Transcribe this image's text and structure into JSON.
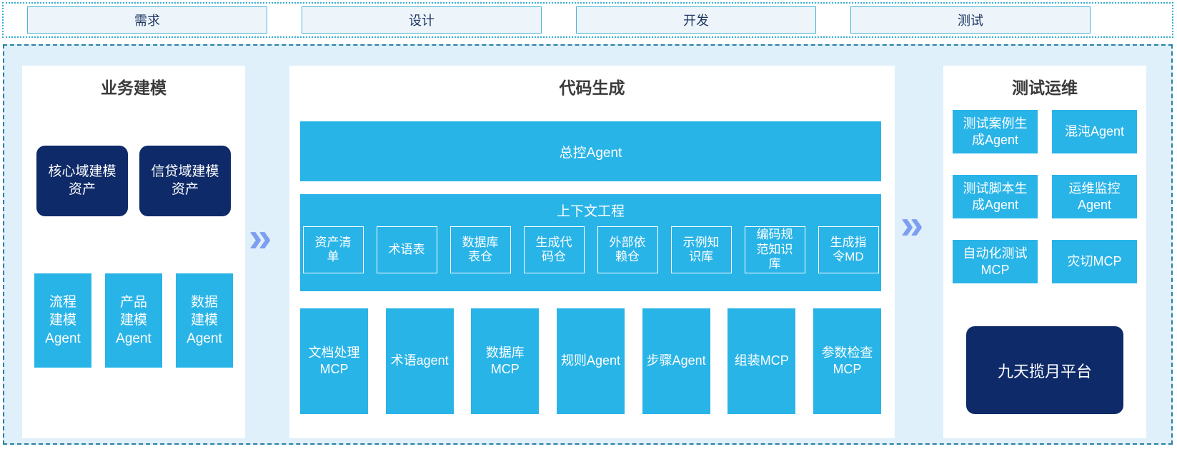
{
  "colors": {
    "cyan": "#29b4e8",
    "navy": "#0e2a68",
    "panel_bg": "#ffffff",
    "area_bg": "#dff0fb",
    "dashed_border": "#2980a5",
    "dotted_border": "#35aed4",
    "chevron": "#7d9ff1",
    "phase_fill": "#edf5fa",
    "phase_border": "#4cb4d4",
    "phase_text": "#1f3864"
  },
  "phases": {
    "requirements": "需求",
    "design": "设计",
    "development": "开发",
    "testing": "测试"
  },
  "arrows": {
    "chevron_icon": "»"
  },
  "business_modeling": {
    "title": "业务建模",
    "assets": [
      "核心域建模\n资产",
      "信贷域建模\n资产"
    ],
    "agents": [
      "流程\n建模\nAgent",
      "产品\n建模\nAgent",
      "数据\n建模\nAgent"
    ]
  },
  "code_generation": {
    "title": "代码生成",
    "master_agent": "总控Agent",
    "context_engineering": {
      "title": "上下文工程",
      "items": [
        "资产清\n单",
        "术语表",
        "数据库\n表仓",
        "生成代\n码仓",
        "外部依\n赖仓",
        "示例知\n识库",
        "编码规\n范知识\n库",
        "生成指\n令MD"
      ]
    },
    "tools": [
      "文档处理\nMCP",
      "术语agent",
      "数据库\nMCP",
      "规则Agent",
      "步骤Agent",
      "组装MCP",
      "参数检查\nMCP"
    ]
  },
  "test_ops": {
    "title": "测试运维",
    "boxes": [
      "测试案例生\n成Agent",
      "混沌Agent",
      "测试脚本生\n成Agent",
      "运维监控\nAgent",
      "自动化测试\nMCP",
      "灾切MCP"
    ],
    "platform": "九天揽月平台"
  }
}
